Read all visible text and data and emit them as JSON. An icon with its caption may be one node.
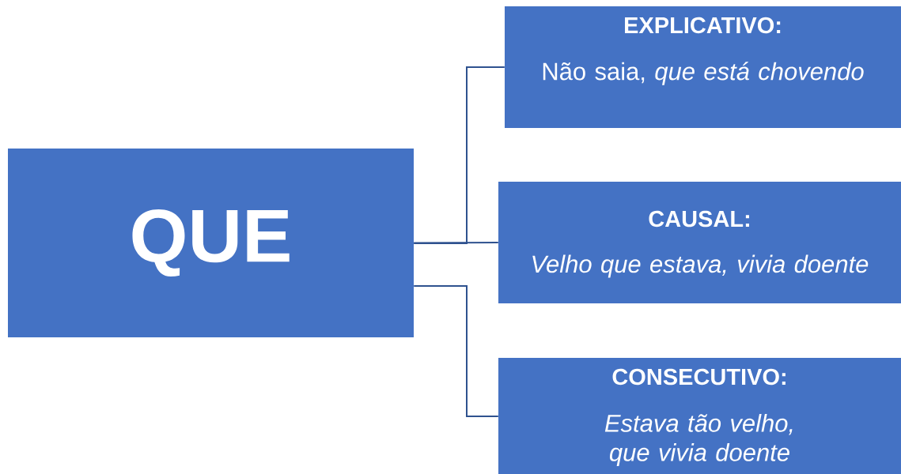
{
  "diagram": {
    "nodes": [
      {
        "text": [
          "QUE"
        ]
      },
      {
        "text": [
          "EXPLICATIVO:",
          "Não saia, *que está chovendo*"
        ]
      },
      {
        "text": [
          "CAUSAL:",
          "Velho que estava, vivia doente"
        ]
      },
      {
        "text": [
          "CONSECUTIVO:",
          "Estava tão velho, que vivia doente"
        ]
      }
    ],
    "edges": [
      {
        "from": 0,
        "to": 1,
        "arrow": "none"
      },
      {
        "from": 0,
        "to": 2,
        "arrow": "none"
      },
      {
        "from": 0,
        "to": 3,
        "arrow": "none"
      }
    ]
  }
}
